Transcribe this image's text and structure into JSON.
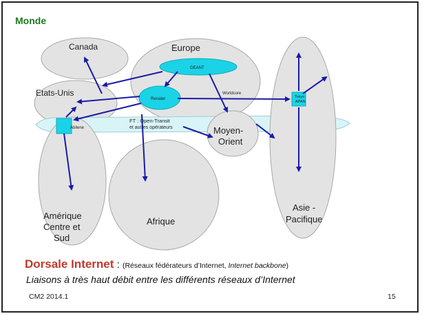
{
  "slide": {
    "title": "Monde",
    "caption_main": "Dorsale Internet",
    "caption_colon": " : ",
    "caption_paren_open": "(Réseaux fédérateurs d’Internet, ",
    "caption_paren_italic": "Internet backbone",
    "caption_paren_close": ")",
    "caption_line2": "Liaisons à très haut débit entre les différents réseaux d’Internet",
    "footer_left": "CM2 2014.1",
    "page_number": "15"
  },
  "diagram": {
    "regions": {
      "canada": "Canada",
      "europe": "Europe",
      "etats_unis": "Etats-Unis",
      "moyen_orient_1": "Moyen-",
      "moyen_orient_2": "Orient",
      "afrique": "Afrique",
      "asie_1": "Asie -",
      "asie_2": "Pacifique",
      "amerique_1": "Amérique",
      "amerique_2": "Centre et",
      "amerique_3": "Sud"
    },
    "nodes": {
      "geant": "GEANT",
      "renater": "Renater",
      "worldcore": "Worldcore",
      "abilene": "Abilene",
      "tokyo_1": "Tokyo",
      "tokyo_2": "APAN",
      "ft_1": "FT : Open-Transit",
      "ft_2": "et autres opérateurs"
    },
    "colors": {
      "ellipse_fill": "#e3e3e3",
      "ellipse_stroke": "#a8a8a8",
      "band_fill": "#d9f4f7",
      "node_fill": "#1ad3e6",
      "arrow": "#1a1aa8",
      "title": "#1e7a1e",
      "caption_highlight": "#c0392b"
    }
  }
}
